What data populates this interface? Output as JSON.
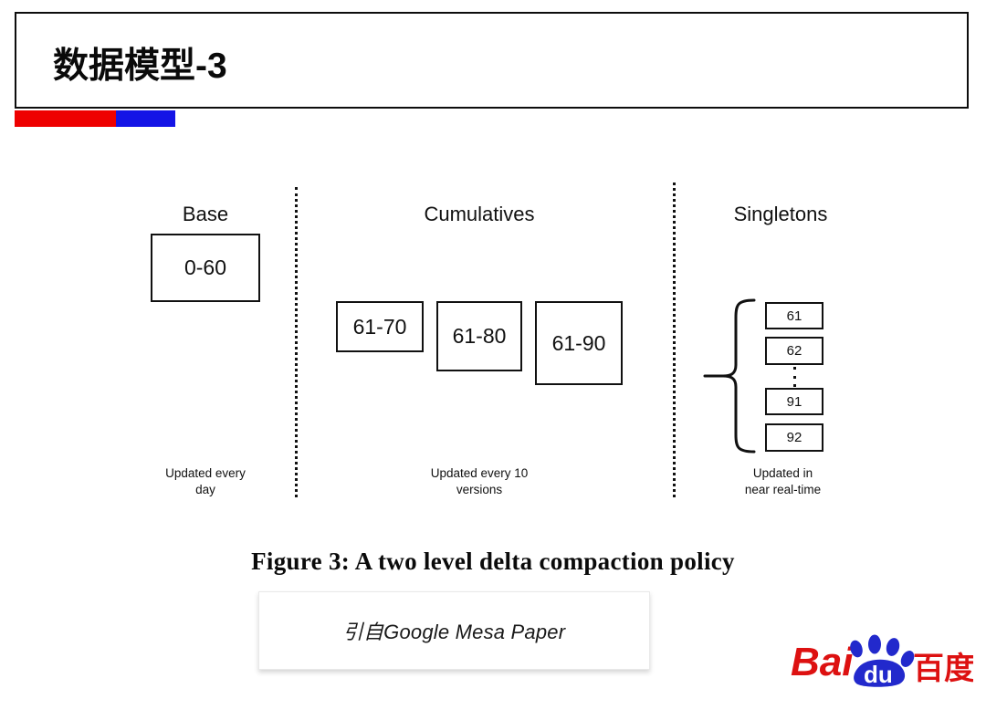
{
  "slide": {
    "title": "数据模型-3",
    "accent_red": "#ee0000",
    "accent_blue": "#1414e6"
  },
  "figure": {
    "caption": "Figure 3: A two level delta compaction policy",
    "columns": [
      {
        "label": "Base",
        "note_line1": "Updated every",
        "note_line2": "day",
        "boxes": [
          "0-60"
        ]
      },
      {
        "label": "Cumulatives",
        "note_line1": "Updated every 10",
        "note_line2": "versions",
        "boxes": [
          "61-70",
          "61-80",
          "61-90"
        ]
      },
      {
        "label": "Singletons",
        "note_line1": "Updated in",
        "note_line2": "near real-time",
        "boxes": [
          "61",
          "62",
          "91",
          "92"
        ],
        "ellipsis": "vertical-dots"
      }
    ]
  },
  "attribution": {
    "text": "引自Google Mesa Paper"
  },
  "logo": {
    "name": "baidu-logo",
    "text_latin": "Bai",
    "text_paw": "du",
    "text_cn": "百度",
    "red": "#dd1111",
    "blue": "#2229cc"
  }
}
